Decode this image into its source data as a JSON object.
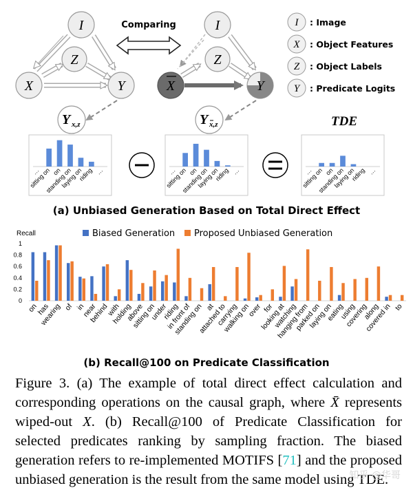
{
  "panel_a": {
    "comparing_label": "Comparing",
    "legend": [
      {
        "symbol": "I",
        "text": ": Image"
      },
      {
        "symbol": "X",
        "text": ": Object Features"
      },
      {
        "symbol": "Z",
        "text": ": Object Labels"
      },
      {
        "symbol": "Y",
        "text": ": Predicate Logits"
      }
    ],
    "nodes_left": {
      "I": "I",
      "Z": "Z",
      "X": "X",
      "Y": "Y"
    },
    "nodes_right": {
      "I": "I",
      "Z": "Z",
      "X": "X",
      "Y": "Y"
    },
    "y_left_label": "Y",
    "y_left_sub": "x,z",
    "y_right_label": "Y",
    "y_right_sub": "x,z",
    "tde_label": "TDE",
    "minus": "−",
    "equals": "=",
    "mini_categories": [
      "…",
      "sitting on",
      "on",
      "standing on",
      "laying on",
      "riding",
      "…"
    ],
    "mini_left_values": [
      0,
      0.45,
      0.66,
      0.55,
      0.22,
      0.12,
      0
    ],
    "mini_mid_values": [
      0,
      0.34,
      0.57,
      0.42,
      0.14,
      0.03,
      0
    ],
    "mini_tde_values": [
      0,
      0.09,
      0.09,
      0.27,
      0.06,
      0,
      0
    ],
    "mini_bar_color": "#5b8bd9",
    "subcaption": "(a) Unbiased Generation Based on Total Direct Effect"
  },
  "panel_b": {
    "subcaption": "(b) Recall@100 on Predicate Classification"
  },
  "chart_data": {
    "type": "bar",
    "ylabel": "Recall",
    "ylim": [
      0,
      1
    ],
    "yticks": [
      "0",
      "0.2",
      "0.4",
      "0.6",
      "0.8",
      "1"
    ],
    "categories": [
      "on",
      "has",
      "wearing",
      "of",
      "in",
      "near",
      "behind",
      "with",
      "holding",
      "above",
      "sitting on",
      "under",
      "riding",
      "in front of",
      "standing on",
      "at",
      "attached to",
      "carrying",
      "walking on",
      "over",
      "for",
      "looking at",
      "watching",
      "hanging from",
      "parked on",
      "laying on",
      "eating",
      "using",
      "covering",
      "along",
      "covered in",
      "to"
    ],
    "series": [
      {
        "name": "Biased Generation",
        "color": "#4472c4",
        "values": [
          0.85,
          0.85,
          0.97,
          0.66,
          0.42,
          0.43,
          0.6,
          0.08,
          0.71,
          0.12,
          0.25,
          0.34,
          0.32,
          0.08,
          0,
          0.29,
          0,
          0,
          0.04,
          0.06,
          0,
          0.07,
          0.25,
          0,
          0,
          0,
          0.1,
          0,
          0,
          0,
          0.07,
          0
        ]
      },
      {
        "name": "Proposed Unbiased Generation",
        "color": "#ed7d31",
        "values": [
          0.35,
          0.71,
          0.97,
          0.69,
          0.39,
          0.12,
          0.64,
          0.2,
          0.54,
          0.31,
          0.53,
          0.45,
          0.91,
          0.4,
          0.22,
          0.59,
          0.08,
          0.59,
          0.84,
          0.1,
          0.2,
          0.61,
          0.38,
          0.9,
          0.35,
          0.59,
          0.31,
          0.38,
          0.4,
          0.6,
          0.1,
          0.1
        ]
      }
    ]
  },
  "caption": {
    "part1": "Figure 3. (a) The example of total direct effect calculation and corresponding operations on the causal graph, where ",
    "xbar": "X̄",
    "part2": " represents wiped-out ",
    "xsym": "X",
    "part3": ". (b) Recall@100 of Predicate Classification for selected predicates ranking by sampling fraction. The biased generation refers to re-implemented MOTIFS [",
    "ref": "71",
    "part4": "] and the proposed unbiased generation is the result from the same model using TDE."
  },
  "watermark": "知乎 @华哥"
}
